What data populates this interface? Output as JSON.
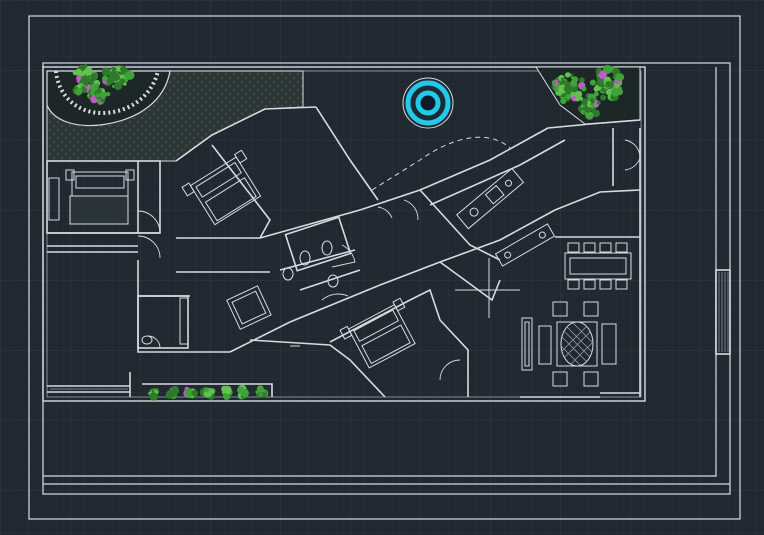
{
  "viewport": {
    "background": "#212830",
    "grid_minor": "#2a3139",
    "grid_major": "#323a43"
  },
  "colors": {
    "line": "#d7dbe0",
    "line_dim": "#9aa3ad",
    "hatch": "#3c4a46",
    "plant_dark": "#2f7a2a",
    "plant_mid": "#3fa33a",
    "plant_light": "#62c24f",
    "flower": "#c05ac8",
    "pool_ring": "#23c8ea",
    "pool_core": "#0f1a2a"
  },
  "drawing": {
    "layers": [
      "frame",
      "walls",
      "doors",
      "furniture",
      "landscape",
      "pool"
    ],
    "bedrooms": 3,
    "bathrooms": 3,
    "living_seats": 6,
    "dining_seats": 8
  }
}
